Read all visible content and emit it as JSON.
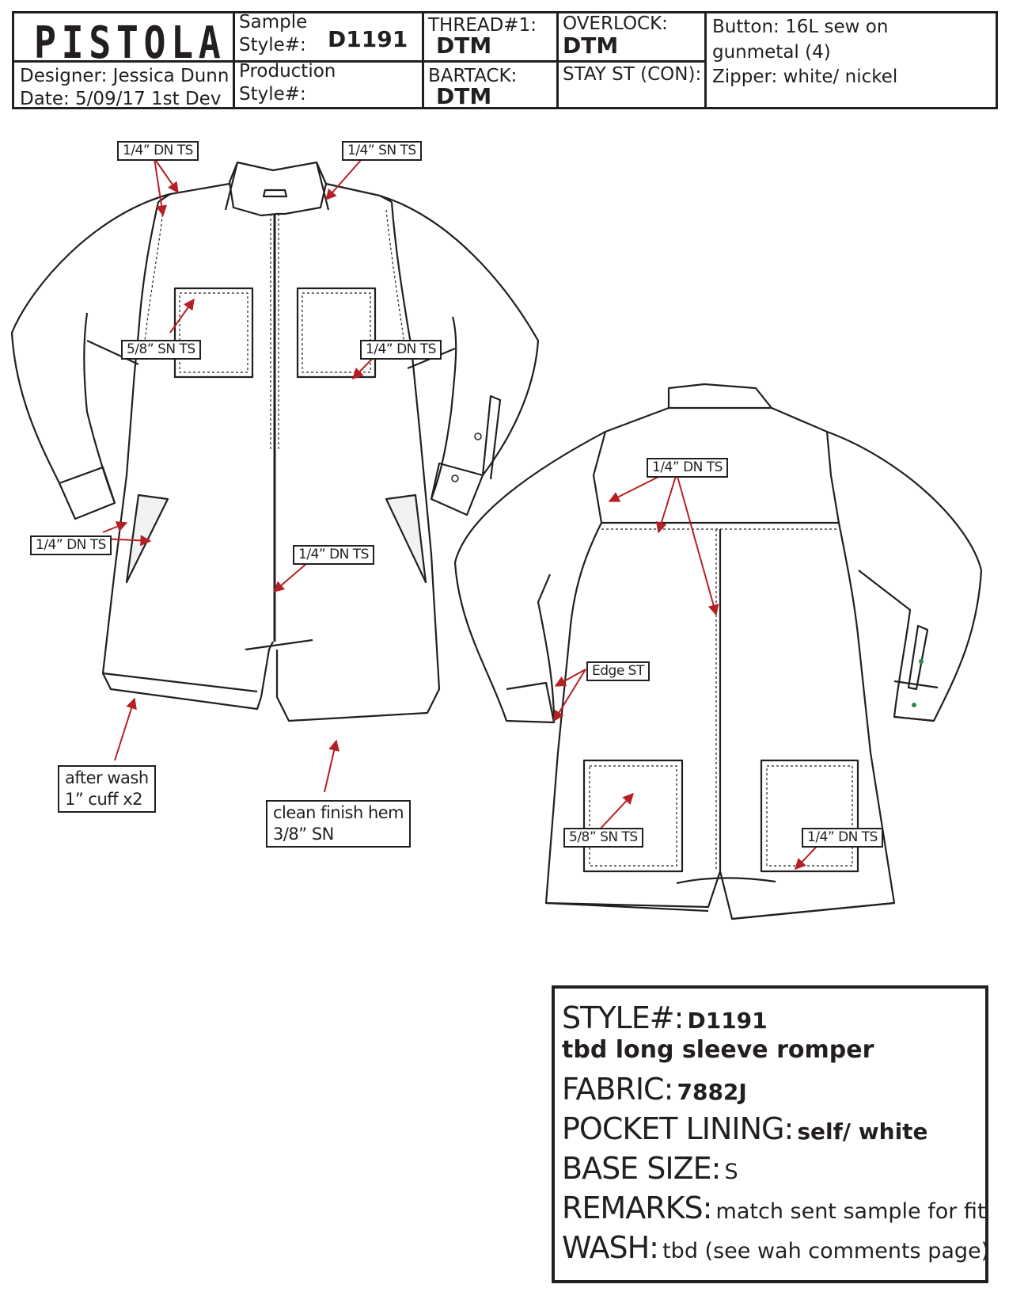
{
  "header": {
    "brand": "PISTOLA",
    "designer": "Designer: Jessica Dunn",
    "date": "Date: 5/09/17 1st Dev",
    "sample_label_1": "Sample",
    "sample_label_2": "Style#:",
    "sample_value": "D1191",
    "production_label_1": "Production",
    "production_label_2": "Style#:",
    "thread_label": "THREAD#1:",
    "thread_value": "DTM",
    "bartack_label": "BARTACK:",
    "bartack_value": "DTM",
    "overlock_label": "OVERLOCK:",
    "overlock_value": "DTM",
    "stay_st_label": "STAY ST (CON):",
    "button_line_1": "Button: 16L sew on",
    "button_line_2": "gunmetal (4)",
    "zipper": "Zipper: white/ nickel"
  },
  "front_callouts": {
    "shoulder_left": "1/4” DN TS",
    "shoulder_right": "1/4” SN TS",
    "pocket_left": "5/8” SN TS",
    "pocket_right": "1/4” DN TS",
    "side_pocket": "1/4” DN TS",
    "zipper_seam": "1/4” DN TS",
    "cuff_line_1": "after wash",
    "cuff_line_2": "1” cuff x2",
    "hem_line_1": "clean finish hem",
    "hem_line_2": "3/8” SN"
  },
  "back_callouts": {
    "yoke": "1/4” DN TS",
    "sleeve_cuff": "Edge ST",
    "pocket_left": "5/8” SN TS",
    "pocket_right": "1/4” DN TS"
  },
  "spec": {
    "style_label": "STYLE#:",
    "style_value": "D1191",
    "description": "tbd long sleeve romper",
    "fabric_label": "FABRIC:",
    "fabric_value": "7882J",
    "pocket_label": "POCKET LINING:",
    "pocket_value": "self/ white",
    "base_size_label": "BASE SIZE:",
    "base_size_value": "S",
    "remarks_label": "REMARKS:",
    "remarks_value": "match sent sample for fit",
    "wash_label": "WASH:",
    "wash_value": "tbd (see wah comments page)"
  },
  "colors": {
    "line": "#231f20",
    "arrow": "#b52025",
    "accent_button": "#2d8a4e"
  }
}
